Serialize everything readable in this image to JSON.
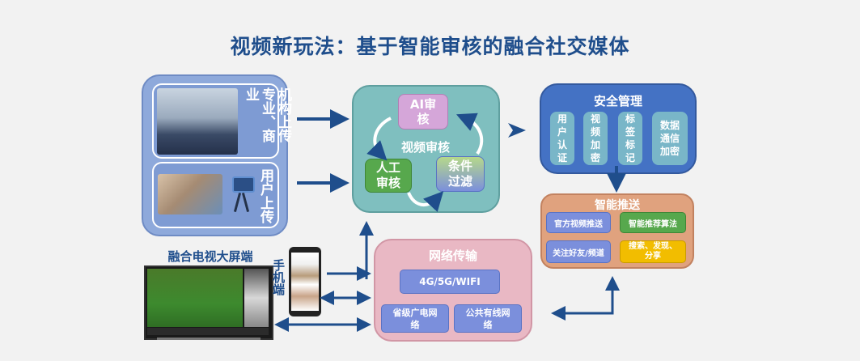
{
  "title": "视频新玩法：基于智能审核的融合社交媒体",
  "upload": {
    "org_label": "机构上传专业、商业",
    "user_label": "用户上传"
  },
  "review": {
    "title": "视频审核",
    "ai": "AI审核",
    "manual": "人工审核",
    "condition": "条件过滤"
  },
  "security": {
    "title": "安全管理",
    "items": [
      "用户认证",
      "视频加密",
      "标签标记",
      "数据通信加密"
    ]
  },
  "recommend": {
    "title": "智能推送",
    "items": [
      "官方视频推送",
      "智能推荐算法",
      "关注好友/频道",
      "搜索、发现、分享"
    ]
  },
  "network": {
    "title": "网络传输",
    "main": "4G/5G/WIFI",
    "items": [
      "省级广电网络",
      "公共有线网络"
    ]
  },
  "tv": {
    "title": "融合电视大屏端"
  },
  "mobile": {
    "title": "手机端"
  },
  "colors": {
    "title": "#1f4e8c",
    "arrow": "#1f4e8c",
    "upload_bg": "#8ea9db",
    "review_bg": "#7fbfbf",
    "security_bg": "#4472c4",
    "recommend_bg": "#e0a27e",
    "network_bg": "#e9b8c4"
  }
}
